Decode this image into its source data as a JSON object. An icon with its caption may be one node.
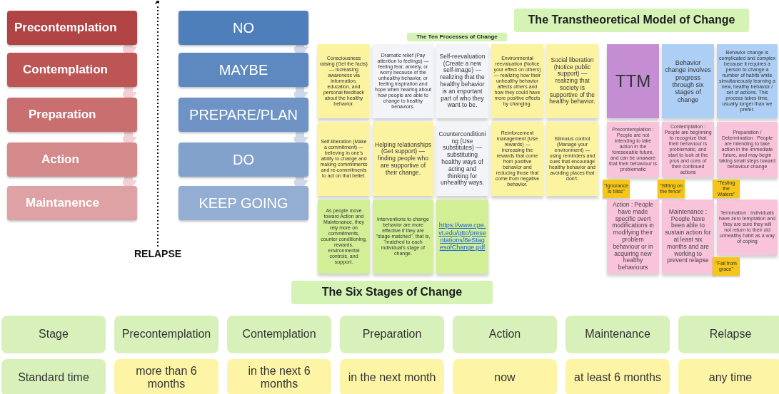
{
  "diagram": {
    "nodes": [
      {
        "text": [
          "Precontemplation"
        ]
      },
      {
        "text": [
          "Contemplation"
        ]
      },
      {
        "text": [
          "Preparation"
        ]
      },
      {
        "text": [
          "Action"
        ]
      },
      {
        "text": [
          "Maintanence"
        ]
      },
      {
        "text": [
          "NO"
        ]
      },
      {
        "text": [
          "MAYBE"
        ]
      },
      {
        "text": [
          "PREPARE/PLAN"
        ]
      },
      {
        "text": [
          "DO"
        ]
      },
      {
        "text": [
          "KEEP GOING"
        ]
      },
      {
        "text": [
          "RELAPSE"
        ]
      },
      {
        "text": [
          "The Transtheoretical Model of Change"
        ]
      },
      {
        "text": [
          "The Ten Processes of Change"
        ]
      },
      {
        "text": [
          "Consciousness raising (Get the facts) — increasing awareness via information, education, and personal feedback about the healthy behavior."
        ]
      },
      {
        "text": [
          "Dramatic relief (Pay attention to feelings) — feeling fear, anxiety, or worry because of the unhealthy behavior, or feeling inspiration and hope when hearing about how people are able to change to healthy behaviors."
        ]
      },
      {
        "text": [
          "Self-reevaluation (Create a new self-image) — realizing that the healthy behavior is an important part of who they want to be."
        ]
      },
      {
        "text": [
          "Environmental reevaluation (Notice your effect on others) — realizing how their unhealthy behavior affects others and how they could have more positive effects by changing."
        ]
      },
      {
        "text": [
          "Social liberation (Notice public support) — realizing that society is supportive of the healthy behavior."
        ]
      },
      {
        "text": [
          "Self-liberation (Make a commitment) — believing in one's ability to change and making commitments and re-commitments to act on that belief."
        ]
      },
      {
        "text": [
          "Helping relationships (Get support) — finding people who are supportive of their change."
        ]
      },
      {
        "text": [
          "Counterconditioning (Use substitutes) — substituting healthy ways of acting and thinking for unhealthy ways."
        ]
      },
      {
        "text": [
          "Reinforcement management (Use rewards) — increasing the rewards that come from positive behavior and reducing those that come from negative behavior."
        ]
      },
      {
        "text": [
          "Stimulus control (Manage your environment) — using reminders and cues that encourage healthy behavior and avoiding places that don't."
        ]
      },
      {
        "text": [
          "As people move toward Action and Maintenance, they rely more on commitments, counter conditioning, rewards, environmental controls, and support."
        ]
      },
      {
        "text": [
          "Interventions to change behavior are more effective if they are \"stage-matched\", that is, \"matched to each individual's stage of change."
        ]
      },
      {
        "text": [
          "https://www.cpe.vt.edu/gttc/presentations/8eStagesofChange.pdf"
        ]
      },
      {
        "text": [
          "TTM"
        ]
      },
      {
        "text": [
          "Behavior change involves progress through six stages of change"
        ]
      },
      {
        "text": [
          "Behavior change is complicated and complex because it requires a person to change a number of habits while simultaneously learning a new, healthy behavior / set of actions. This process takes time, usually longer than we prefer."
        ]
      },
      {
        "text": [
          "Precontemplation : People are not intending to take action in the foreseeable future, and can be unaware that their behaviour is problematic"
        ]
      },
      {
        "text": [
          "Contemplation : People are beginning to recognize that their behaviour is problematic, and start to look at the pros and cons of their continued actions"
        ]
      },
      {
        "text": [
          "Preparation / Determination : People are intending to take action in the immediate future, and may begin taking small steps toward behaviour change"
        ]
      },
      {
        "text": [
          "Action : People have made specific overt modifications in modifying their problem behaviour or in acquiring new healthy behaviours"
        ]
      },
      {
        "text": [
          "Maintenance : People have been able to sustain action for at least six months and are working to prevent relapse"
        ]
      },
      {
        "text": [
          "Termination : Individuals have zero temptation and they are sure they will not return to their old unhealthy habit as a way of coping"
        ]
      },
      {
        "text": [
          "\"Ignorance is bliss\""
        ]
      },
      {
        "text": [
          "\"Sitting on the fence\""
        ]
      },
      {
        "text": [
          "\"Testing the Waters\""
        ]
      },
      {
        "text": [
          "\"Fall from grace\""
        ]
      },
      {
        "text": [
          "The Six Stages of Change"
        ]
      },
      {
        "text": [
          "Stage"
        ]
      },
      {
        "text": [
          "Precontemplation"
        ]
      },
      {
        "text": [
          "Contemplation"
        ]
      },
      {
        "text": [
          "Preparation"
        ]
      },
      {
        "text": [
          "Action"
        ]
      },
      {
        "text": [
          "Maintenance"
        ]
      },
      {
        "text": [
          "Relapse"
        ]
      },
      {
        "text": [
          "Standard time"
        ]
      },
      {
        "text": [
          "more than 6 months"
        ]
      },
      {
        "text": [
          "in the next 6 months"
        ]
      },
      {
        "text": [
          "in the next month"
        ]
      },
      {
        "text": [
          "now"
        ]
      },
      {
        "text": [
          "at least 6 months"
        ]
      },
      {
        "text": [
          "any time"
        ]
      }
    ],
    "edges": [
      {
        "from": 0,
        "to": 1,
        "arrow": "to",
        "color": "#f3d0d3"
      },
      {
        "from": 1,
        "to": 2,
        "arrow": "to",
        "color": "#f3d0d3"
      },
      {
        "from": 2,
        "to": 3,
        "arrow": "to",
        "color": "#f3d0d3"
      },
      {
        "from": 3,
        "to": 4,
        "arrow": "to",
        "color": "#f3d0d3"
      },
      {
        "from": 5,
        "to": 6,
        "arrow": "to",
        "color": "#cdd8ea"
      },
      {
        "from": 6,
        "to": 7,
        "arrow": "to",
        "color": "#cdd8ea"
      },
      {
        "from": 7,
        "to": 8,
        "arrow": "to",
        "color": "#cdd8ea"
      },
      {
        "from": 8,
        "to": 9,
        "arrow": "to",
        "color": "#cdd8ea"
      },
      {
        "from": 10,
        "to": null,
        "arrow": "to",
        "style": "dashed",
        "color": "#111111"
      }
    ]
  }
}
